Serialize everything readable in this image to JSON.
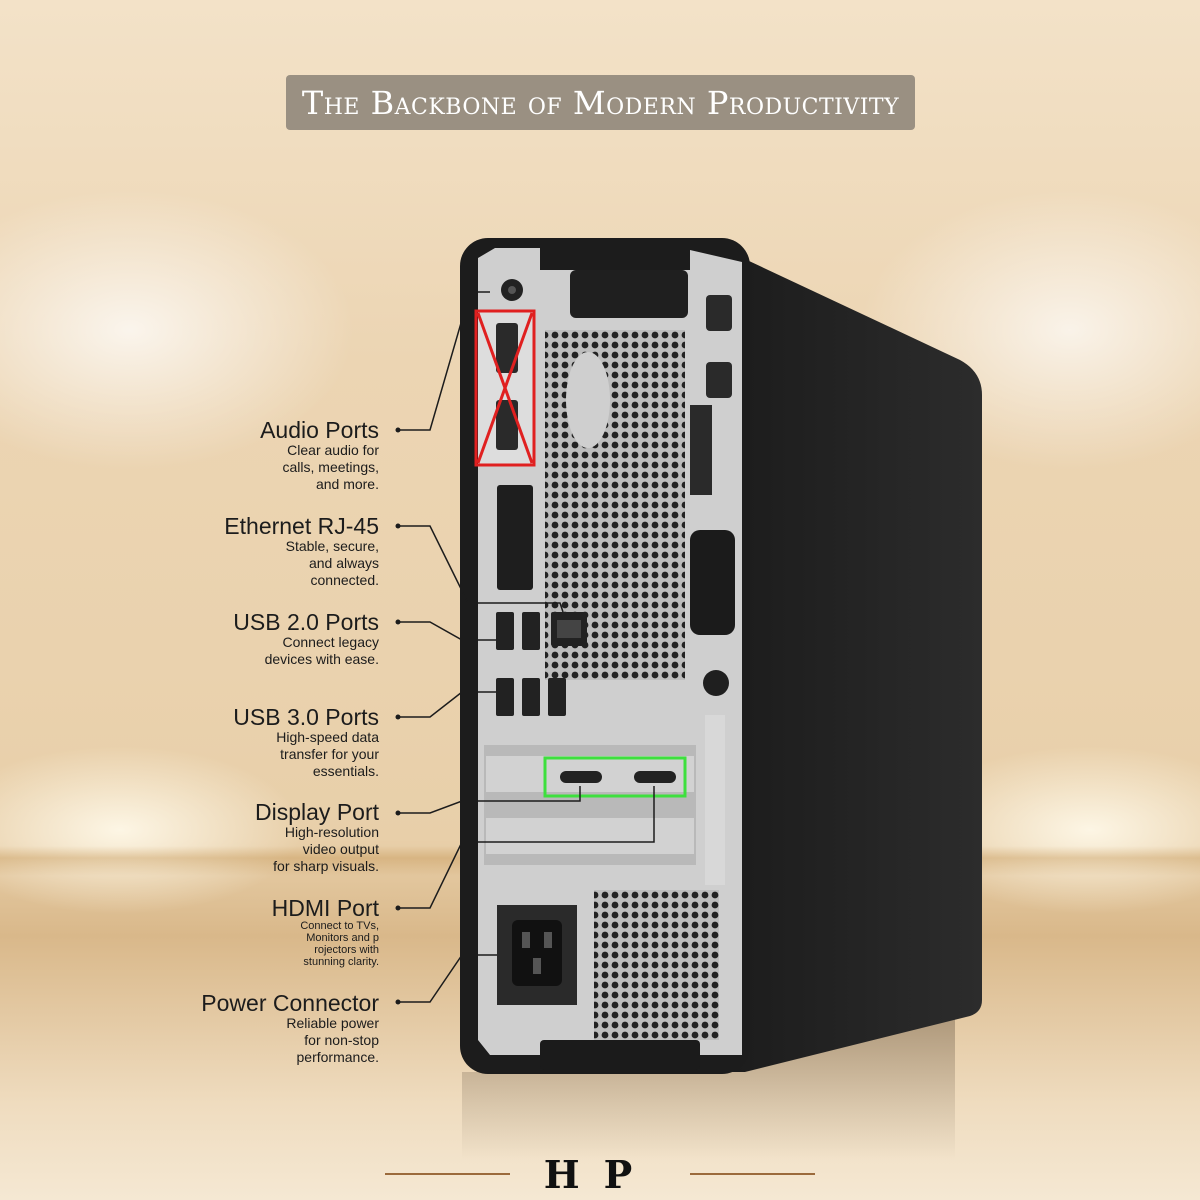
{
  "title": "The Backbone of Modern Productivity",
  "brand": "HP",
  "callouts": [
    {
      "heading": "Audio Ports",
      "lines": [
        "Clear audio for",
        "calls, meetings,",
        "and more."
      ]
    },
    {
      "heading": "Ethernet RJ-45",
      "lines": [
        "Stable, secure,",
        "and always",
        "connected."
      ]
    },
    {
      "heading": "USB 2.0 Ports",
      "lines": [
        "Connect legacy",
        "devices with ease."
      ]
    },
    {
      "heading": "USB 3.0 Ports",
      "lines": [
        "High-speed data",
        "transfer for your",
        "essentials."
      ]
    },
    {
      "heading": "Display Port",
      "lines": [
        "High-resolution",
        "video output",
        "for sharp visuals."
      ]
    },
    {
      "heading": "HDMI Port",
      "lines": [
        "Connect to TVs,",
        "Monitors and p",
        "rojectors with",
        "stunning clarity."
      ]
    },
    {
      "heading": "Power Connector",
      "lines": [
        "Reliable power",
        "for non-stop",
        "performance."
      ]
    }
  ],
  "colors": {
    "cross_out_box": "#e02020",
    "highlight_box": "#3ee03e",
    "chassis": "#1e1e1e",
    "panel": "#c9c9c9"
  }
}
